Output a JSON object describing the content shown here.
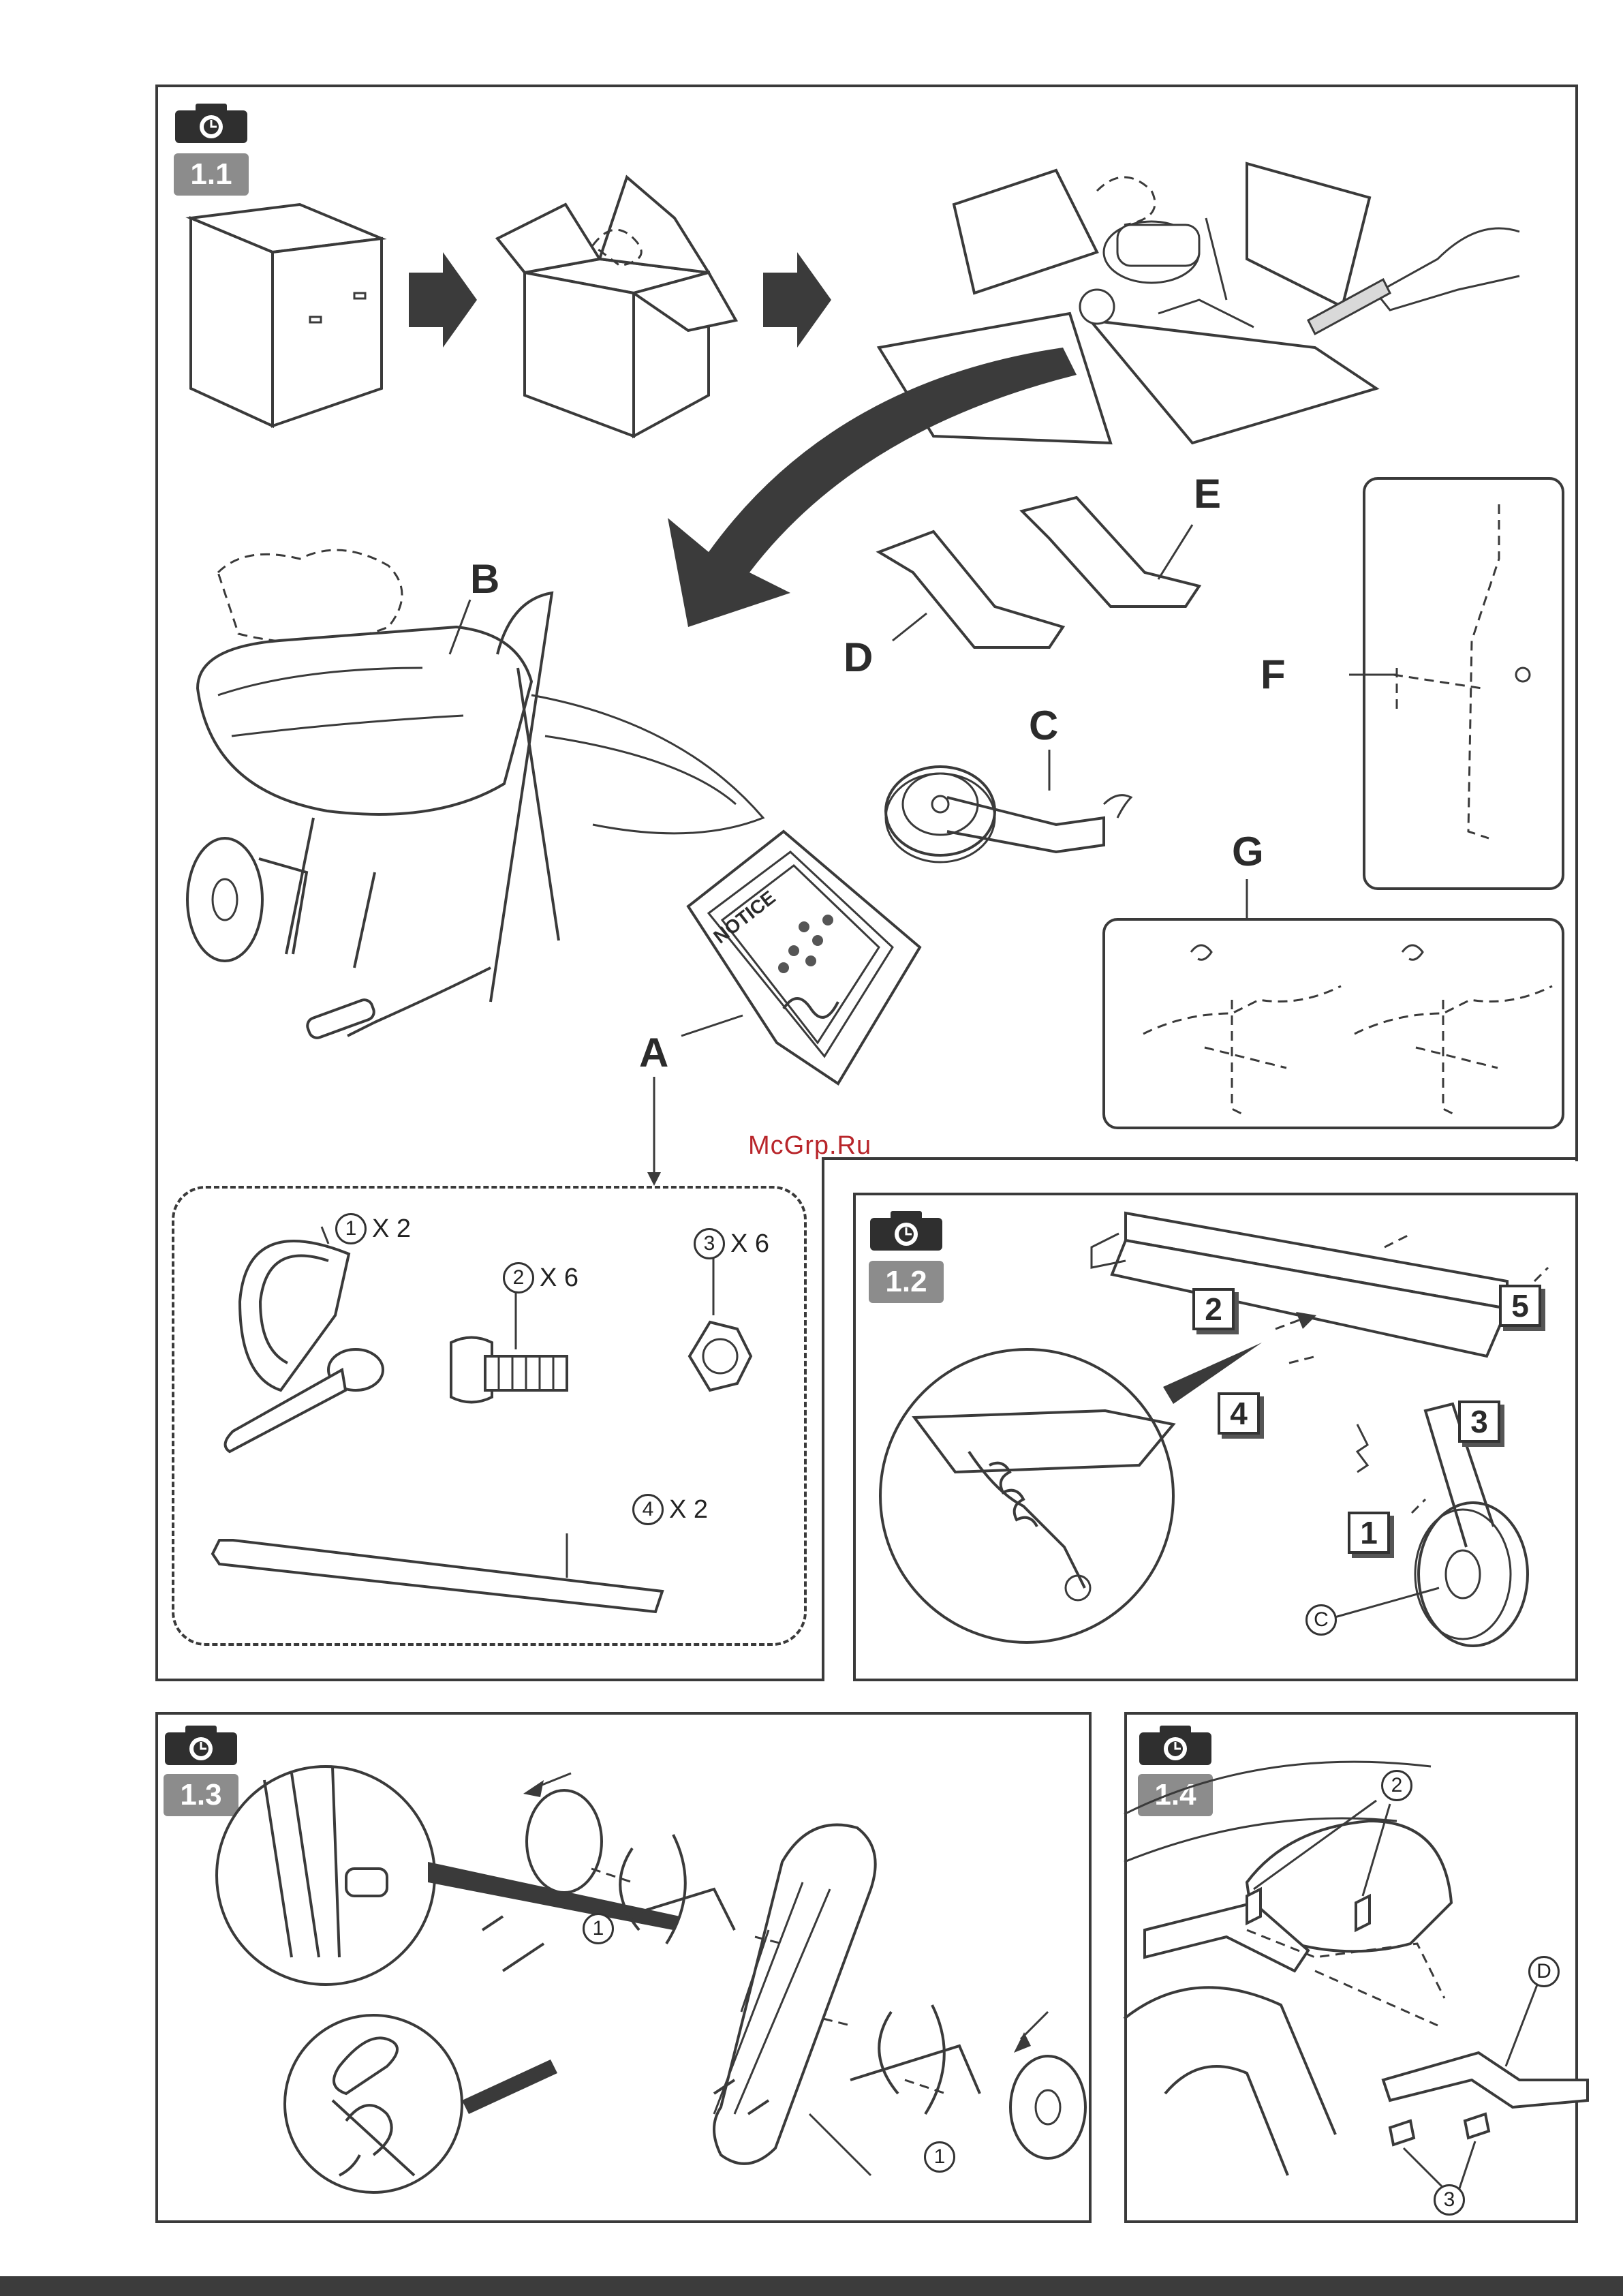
{
  "steps": {
    "s11": "1.1",
    "s12": "1.2",
    "s13": "1.3",
    "s14": "1.4"
  },
  "parts": {
    "a": "A",
    "b": "B",
    "c": "C",
    "d": "D",
    "e": "E",
    "f": "F",
    "g": "G"
  },
  "packet_text": "NOTICE",
  "hardware": [
    {
      "num": "1",
      "qty": "X 2"
    },
    {
      "num": "2",
      "qty": "X 6"
    },
    {
      "num": "3",
      "qty": "X 6"
    },
    {
      "num": "4",
      "qty": "X 2"
    }
  ],
  "watermark": "McGrp.Ru",
  "step12": {
    "n1": "1",
    "n2": "2",
    "n3": "3",
    "n4": "4",
    "n5": "5",
    "label_c": "C"
  },
  "step13": {
    "c1": "1",
    "c2": "1"
  },
  "step14": {
    "c2": "2",
    "c3": "3",
    "d": "D"
  },
  "icons": {
    "camera": "camera-icon"
  }
}
